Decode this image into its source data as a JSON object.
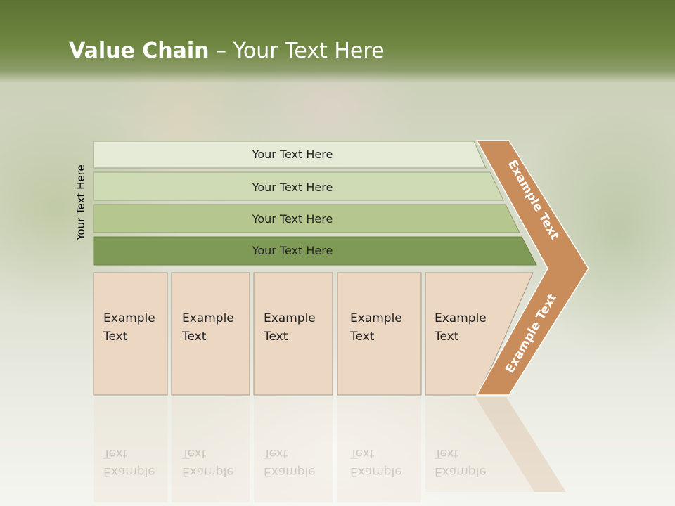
{
  "title": {
    "bold": "Value Chain",
    "rest": " – Your Text Here"
  },
  "side_label": "Your Text Here",
  "bars": [
    {
      "label": "Your Text Here",
      "color": "#e6ebd8"
    },
    {
      "label": "Your Text Here",
      "color": "#cfdbb4"
    },
    {
      "label": "Your Text Here",
      "color": "#b5c78f"
    },
    {
      "label": "Your Text Here",
      "color": "#7f9a56"
    }
  ],
  "cells": [
    {
      "line1": "Example",
      "line2": "Text"
    },
    {
      "line1": "Example",
      "line2": "Text"
    },
    {
      "line1": "Example",
      "line2": "Text"
    },
    {
      "line1": "Example",
      "line2": "Text"
    },
    {
      "line1": "Example",
      "line2": "Text"
    }
  ],
  "chevron": {
    "upper_label": "Example Text",
    "lower_label": "Example Text",
    "color": "#c98c5b"
  },
  "colors": {
    "cell_fill": "#ecd7c3",
    "header": "#6a813c"
  }
}
